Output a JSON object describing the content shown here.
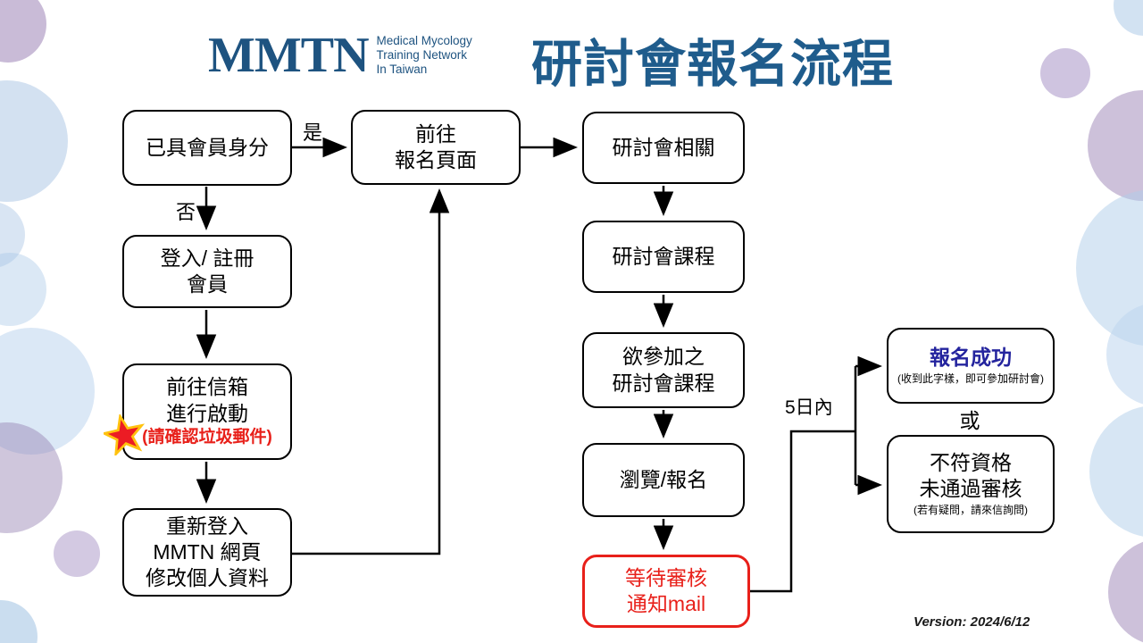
{
  "header": {
    "logo": {
      "acronym": "MMTN",
      "tagline_line1": "Medical Mycology",
      "tagline_line2": "Training Network",
      "tagline_line3": "In Taiwan"
    },
    "title": "研討會報名流程"
  },
  "flowchart": {
    "boxes": {
      "member_check": {
        "lines": [
          "已具會員身分"
        ]
      },
      "login_register": {
        "lines": [
          "登入/ 註冊",
          "會員"
        ]
      },
      "activate_mail": {
        "lines": [
          "前往信箱",
          "進行啟動"
        ],
        "note": "(請確認垃圾郵件)"
      },
      "relogin": {
        "lines": [
          "重新登入",
          "MMTN 網頁",
          "修改個人資料"
        ]
      },
      "goto_registration": {
        "lines": [
          "前往",
          "報名頁面"
        ]
      },
      "seminar_related": {
        "lines": [
          "研討會相關"
        ]
      },
      "seminar_courses": {
        "lines": [
          "研討會課程"
        ]
      },
      "desired_course": {
        "lines": [
          "欲參加之",
          "研討會課程"
        ]
      },
      "browse_register": {
        "lines": [
          "瀏覽/報名"
        ]
      },
      "wait_review": {
        "lines": [
          "等待審核",
          "通知mail"
        ]
      },
      "success": {
        "title": "報名成功",
        "note": "(收到此字樣，即可參加研討會)"
      },
      "rejected": {
        "lines": [
          "不符資格",
          "未通過審核"
        ],
        "note": "(若有疑問，請來信詢問)"
      }
    },
    "edge_labels": {
      "yes": "是",
      "no": "否",
      "within_days": "5日內",
      "or": "或"
    },
    "icons": {
      "star": "highlight-star-icon"
    }
  },
  "footer": {
    "version": "Version: 2024/6/12"
  },
  "colors": {
    "brand_blue": "#1F5C8C",
    "logo_blue": "#1E5380",
    "alert_red": "#E8201A",
    "success_navy": "#24249E",
    "star_fill": "#EC1C24",
    "star_stroke": "#FFC20E"
  }
}
